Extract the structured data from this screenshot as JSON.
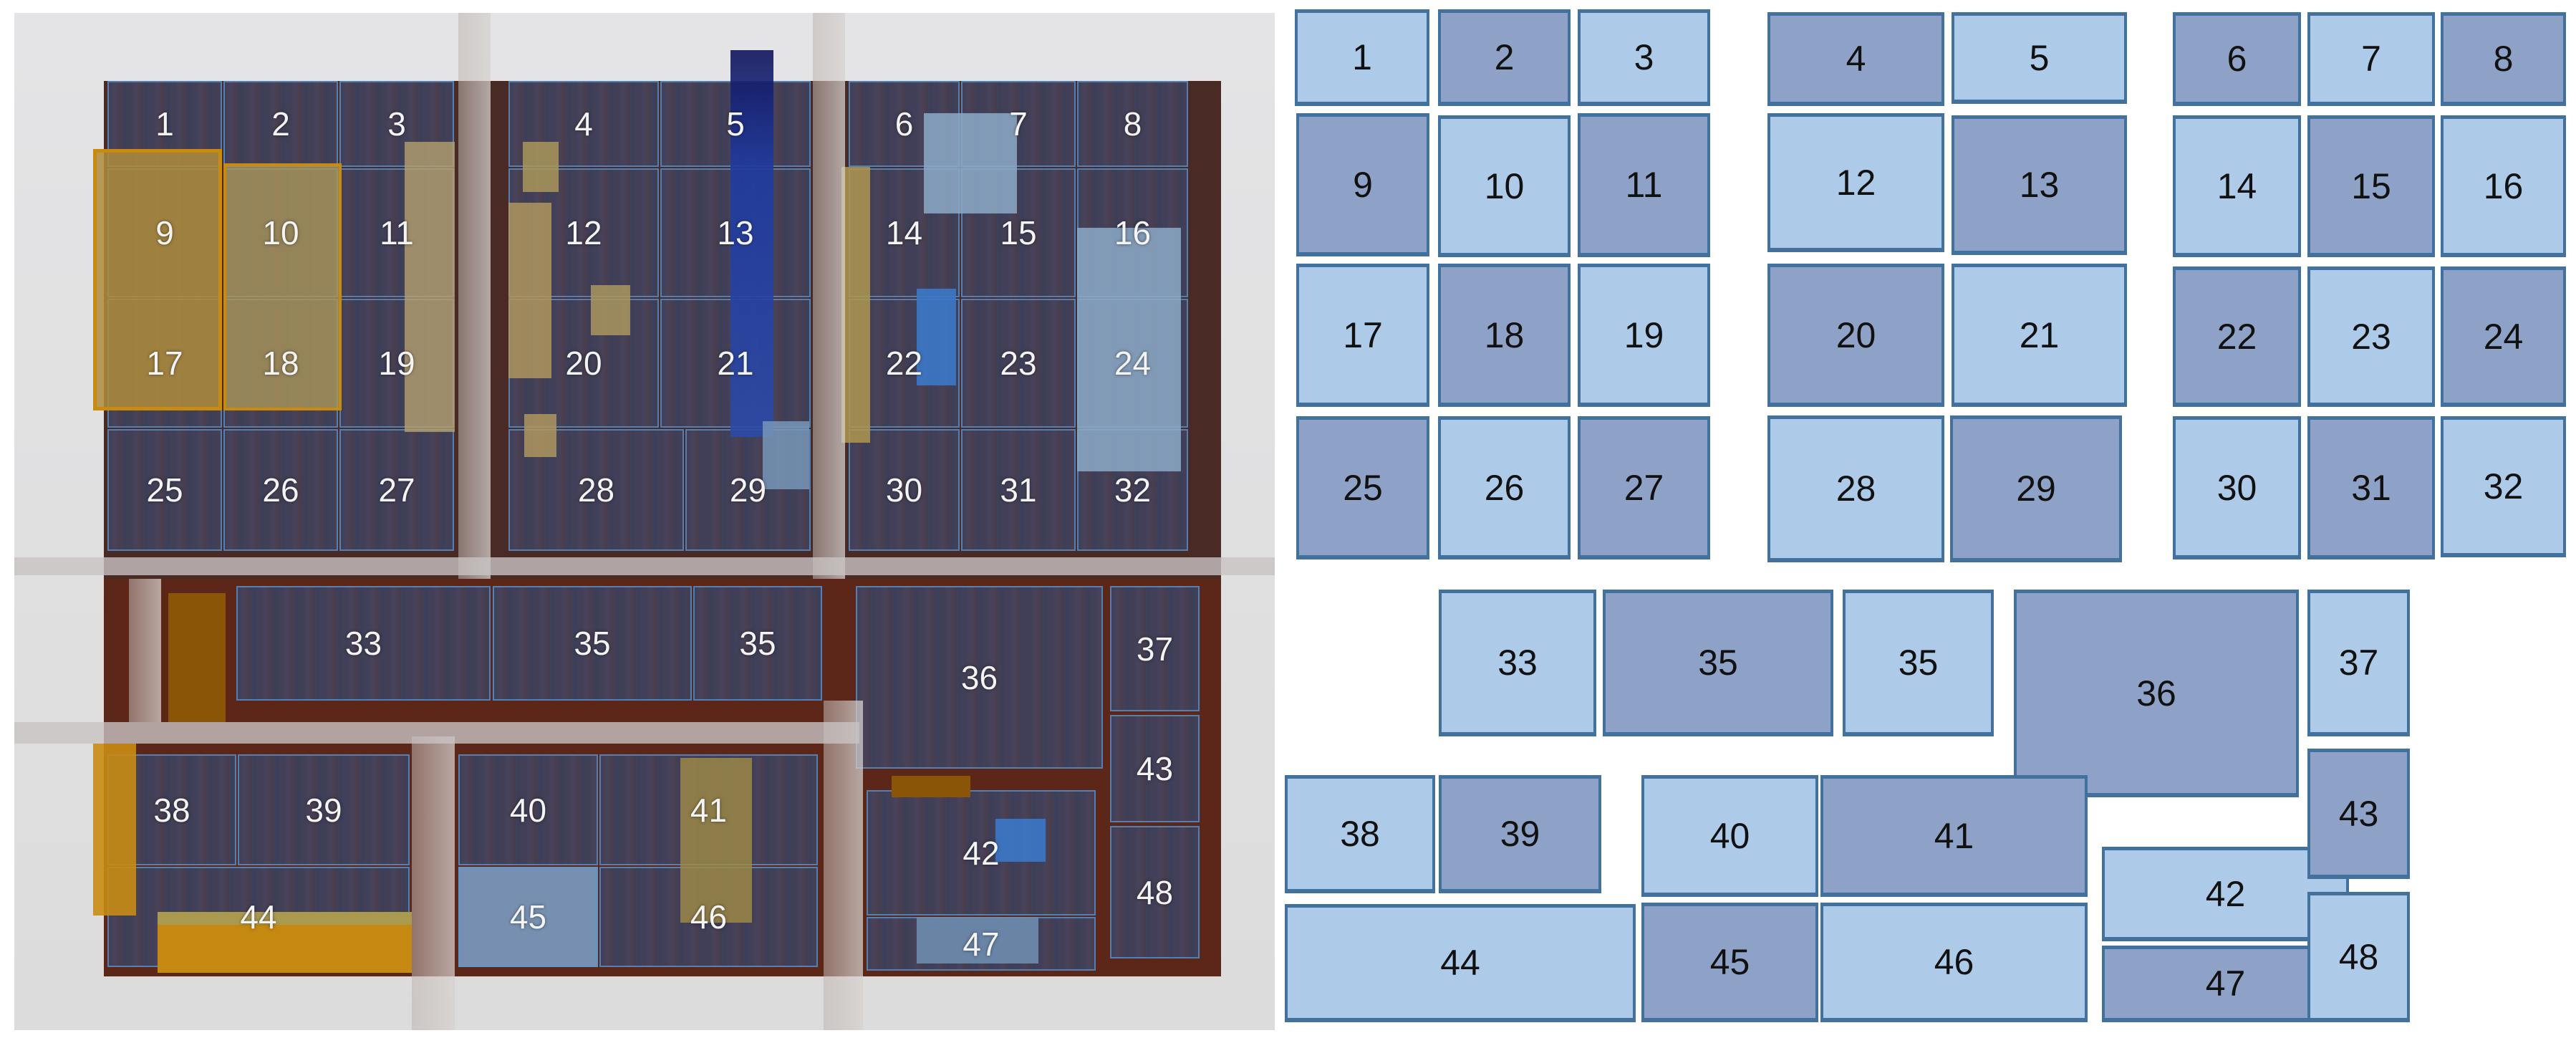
{
  "left_render": {
    "description": "3D rendered top-down view of storage shelves with numbered compartments and placed items",
    "labels": [
      "1",
      "2",
      "3",
      "4",
      "5",
      "6",
      "7",
      "8",
      "9",
      "10",
      "11",
      "12",
      "13",
      "14",
      "15",
      "16",
      "17",
      "18",
      "19",
      "20",
      "21",
      "22",
      "23",
      "24",
      "25",
      "26",
      "27",
      "28",
      "29",
      "30",
      "31",
      "32",
      "33",
      "35",
      "35",
      "36",
      "37",
      "38",
      "39",
      "40",
      "41",
      "42",
      "43",
      "44",
      "45",
      "46",
      "47",
      "48"
    ]
  },
  "right_plan": {
    "description": "2D schematic of compartment layout, alternating light and dark blue boxes",
    "colors": {
      "light": "#adcae8",
      "dark": "#8ea2c7",
      "border": "#41719c",
      "text": "#111111"
    },
    "boxes": [
      {
        "label": "1",
        "shade": "light"
      },
      {
        "label": "2",
        "shade": "dark"
      },
      {
        "label": "3",
        "shade": "light"
      },
      {
        "label": "4",
        "shade": "dark"
      },
      {
        "label": "5",
        "shade": "light"
      },
      {
        "label": "6",
        "shade": "dark"
      },
      {
        "label": "7",
        "shade": "light"
      },
      {
        "label": "8",
        "shade": "dark"
      },
      {
        "label": "9",
        "shade": "dark"
      },
      {
        "label": "10",
        "shade": "light"
      },
      {
        "label": "11",
        "shade": "dark"
      },
      {
        "label": "12",
        "shade": "light"
      },
      {
        "label": "13",
        "shade": "dark"
      },
      {
        "label": "14",
        "shade": "light"
      },
      {
        "label": "15",
        "shade": "dark"
      },
      {
        "label": "16",
        "shade": "light"
      },
      {
        "label": "17",
        "shade": "light"
      },
      {
        "label": "18",
        "shade": "dark"
      },
      {
        "label": "19",
        "shade": "light"
      },
      {
        "label": "20",
        "shade": "dark"
      },
      {
        "label": "21",
        "shade": "light"
      },
      {
        "label": "22",
        "shade": "dark"
      },
      {
        "label": "23",
        "shade": "light"
      },
      {
        "label": "24",
        "shade": "dark"
      },
      {
        "label": "25",
        "shade": "dark"
      },
      {
        "label": "26",
        "shade": "light"
      },
      {
        "label": "27",
        "shade": "dark"
      },
      {
        "label": "28",
        "shade": "light"
      },
      {
        "label": "29",
        "shade": "dark"
      },
      {
        "label": "30",
        "shade": "light"
      },
      {
        "label": "31",
        "shade": "dark"
      },
      {
        "label": "32",
        "shade": "light"
      },
      {
        "label": "33",
        "shade": "light"
      },
      {
        "label": "35",
        "shade": "dark"
      },
      {
        "label": "35",
        "shade": "light"
      },
      {
        "label": "36",
        "shade": "dark"
      },
      {
        "label": "37",
        "shade": "light"
      },
      {
        "label": "38",
        "shade": "light"
      },
      {
        "label": "39",
        "shade": "dark"
      },
      {
        "label": "40",
        "shade": "light"
      },
      {
        "label": "41",
        "shade": "dark"
      },
      {
        "label": "42",
        "shade": "light"
      },
      {
        "label": "43",
        "shade": "dark"
      },
      {
        "label": "44",
        "shade": "light"
      },
      {
        "label": "45",
        "shade": "dark"
      },
      {
        "label": "46",
        "shade": "light"
      },
      {
        "label": "47",
        "shade": "dark"
      },
      {
        "label": "48",
        "shade": "light"
      }
    ]
  }
}
